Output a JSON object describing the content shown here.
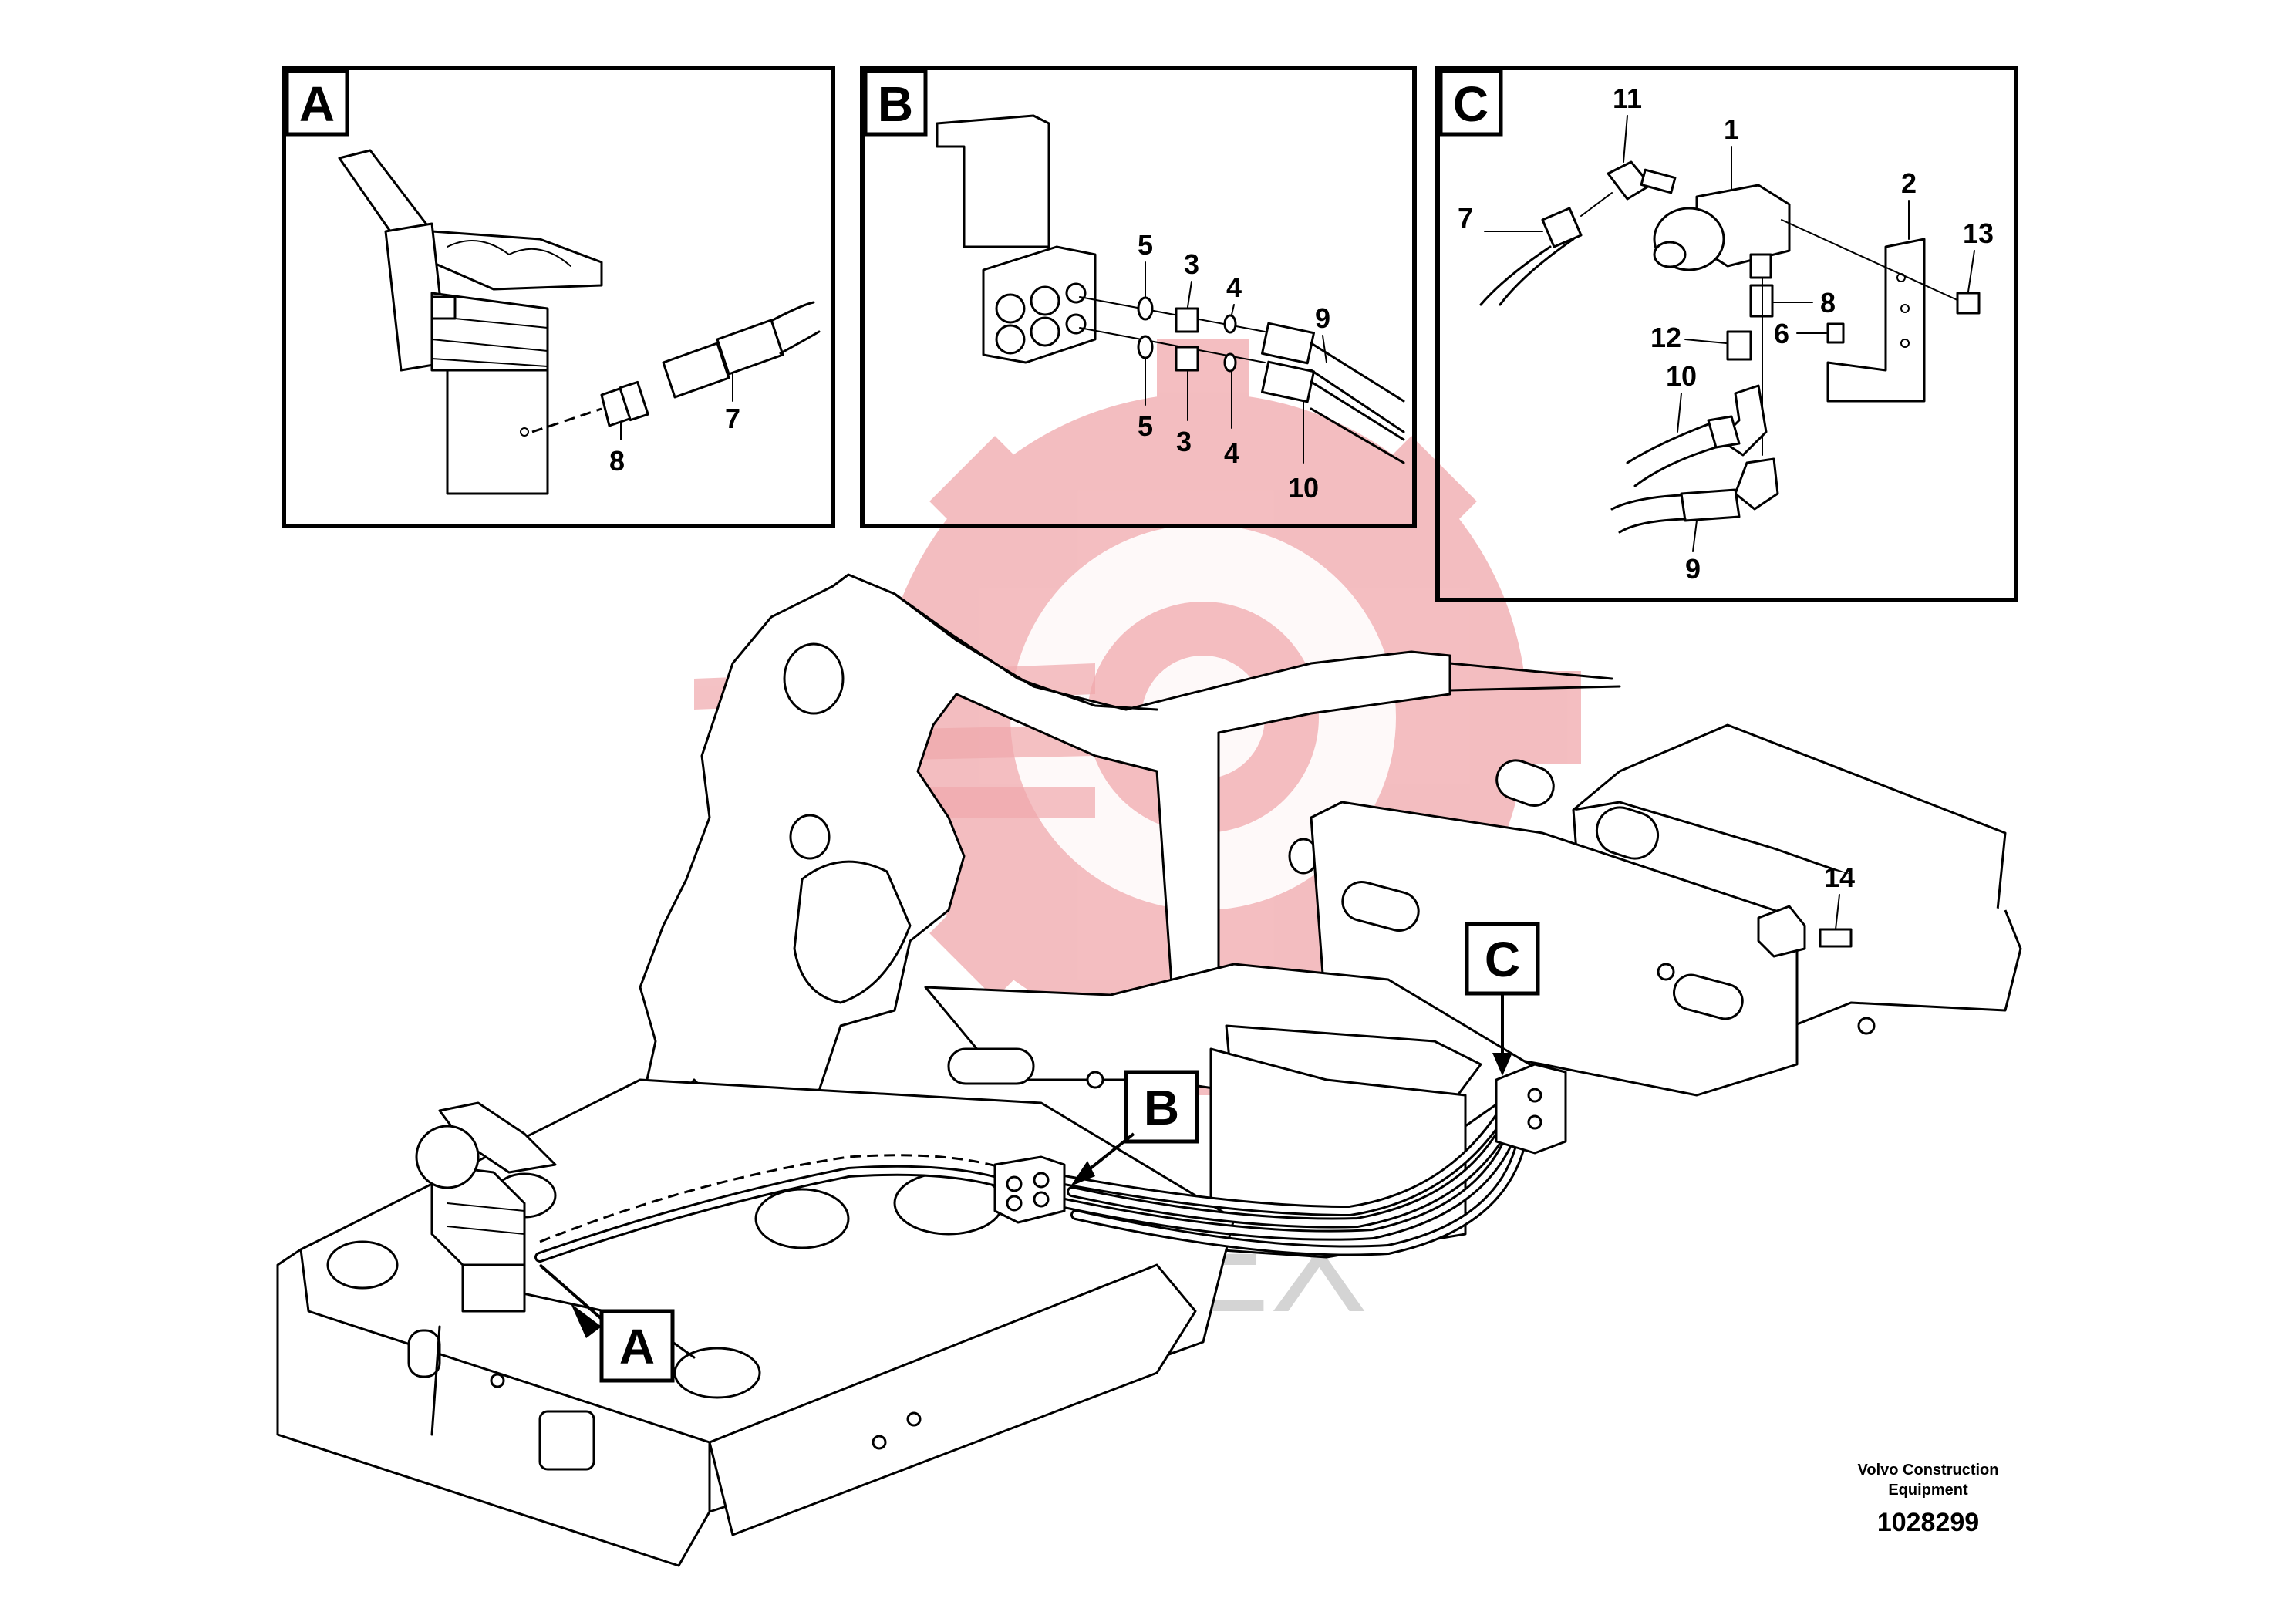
{
  "watermark": {
    "text": "ИНТЕХ",
    "gear_color": "#f0a8ac",
    "text_color": "#d4d4d4"
  },
  "detail_panels": [
    {
      "letter": "A",
      "labels": [
        "7",
        "8"
      ]
    },
    {
      "letter": "B",
      "labels": [
        "5",
        "3",
        "4",
        "9",
        "5",
        "3",
        "4",
        "10"
      ]
    },
    {
      "letter": "C",
      "labels": [
        "11",
        "1",
        "7",
        "2",
        "13",
        "8",
        "12",
        "6",
        "10",
        "9"
      ]
    }
  ],
  "main_view": {
    "callouts": [
      "A",
      "B",
      "C"
    ],
    "part_labels": [
      "14"
    ]
  },
  "footer": {
    "company_line1": "Volvo Construction",
    "company_line2": "Equipment",
    "drawing_number": "1028299"
  }
}
